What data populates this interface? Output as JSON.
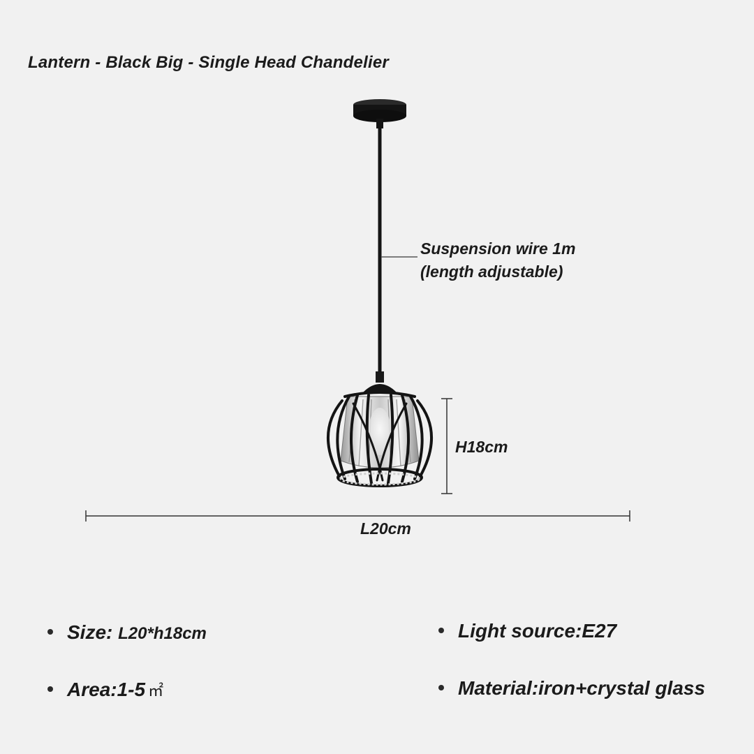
{
  "title": "Lantern - Black Big - Single Head Chandelier",
  "annotations": {
    "wire_line1": "Suspension wire 1m",
    "wire_line2": "(length adjustable)",
    "height": "H18cm",
    "length": "L20cm"
  },
  "specs": {
    "size_label": "Size",
    "size_sep": ": ",
    "size_value": "L20*h18cm",
    "area_label": "Area:1-5",
    "area_unit": "㎡",
    "light": "Light source:E27",
    "material": "Material:iron+crystal glass"
  },
  "colors": {
    "background": "#f1f1f1",
    "metal": "#141414",
    "guide_line": "#333333"
  },
  "icons": {
    "product": "pendant-lamp-icon",
    "bullet": "bullet-dot-icon"
  }
}
